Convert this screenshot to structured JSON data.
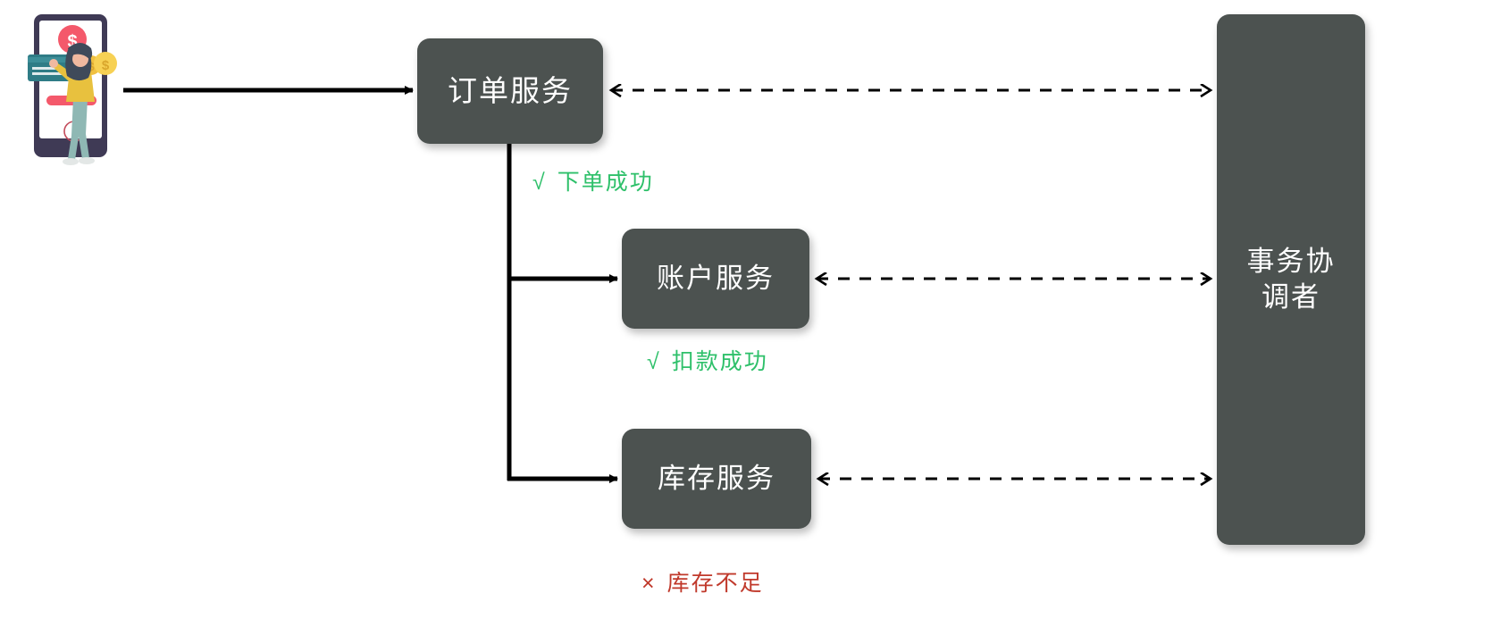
{
  "diagram": {
    "title": "distributed-transaction-flow",
    "background": "#ffffff",
    "node_fill": "#4c5250",
    "node_text_color": "#ffffff",
    "success_color": "#2ec06a",
    "failure_color": "#c0392b",
    "line_color": "#000000"
  },
  "illustration": {
    "name": "mobile-payment-illustration",
    "phone_frame_color": "#3f3a55",
    "phone_screen_color": "#ffffff",
    "dollar_badge_color": "#f4596b",
    "dollar_badge_symbol": "$",
    "card_color": "#2f7c86",
    "card_stripe_color": "#e6eef0",
    "coin_color": "#f7d154",
    "coin_symbol": "$",
    "person_hair_color": "#3f4a5a",
    "person_shirt_color": "#e8c13e",
    "person_pants_color": "#8fb8b4",
    "button_color": "#f4596b"
  },
  "nodes": [
    {
      "id": "order",
      "label": "订单服务",
      "name": "node-order-service"
    },
    {
      "id": "account",
      "label": "账户服务",
      "name": "node-account-service"
    },
    {
      "id": "stock",
      "label": "库存服务",
      "name": "node-inventory-service"
    },
    {
      "id": "coord",
      "label": "事务协\n调者",
      "name": "node-transaction-coordinator"
    }
  ],
  "status_tags": [
    {
      "id": "order_ok",
      "mark": "√",
      "text": "下单成功",
      "state": "success"
    },
    {
      "id": "account_ok",
      "mark": "√",
      "text": "扣款成功",
      "state": "success"
    },
    {
      "id": "stock_fail",
      "mark": "×",
      "text": "库存不足",
      "state": "failure"
    }
  ],
  "edges": [
    {
      "id": "client-to-order",
      "style": "solid",
      "direction": "right"
    },
    {
      "id": "order-trunk",
      "style": "solid",
      "direction": "down"
    },
    {
      "id": "order-to-account",
      "style": "solid",
      "direction": "right"
    },
    {
      "id": "order-to-stock",
      "style": "solid",
      "direction": "right"
    },
    {
      "id": "order-coordinator",
      "style": "dashed",
      "direction": "both"
    },
    {
      "id": "account-coordinator",
      "style": "dashed",
      "direction": "both"
    },
    {
      "id": "stock-coordinator",
      "style": "dashed",
      "direction": "both"
    }
  ]
}
